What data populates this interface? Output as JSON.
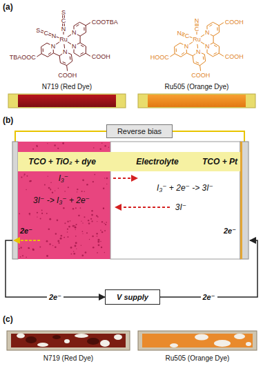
{
  "diagram": {
    "nodes": [
      {
        "text": [
          "Reverse bias"
        ]
      },
      {
        "text": [
          "TCO + TiO₂ + dye",
          "I₃⁻",
          "3I⁻ -> I₃⁻ + 2e⁻"
        ]
      },
      {
        "text": [
          "Electrolyte",
          "I₃⁻ + 2e⁻ -> 3I⁻",
          "3I⁻"
        ]
      },
      {
        "text": [
          "TCO + Pt"
        ]
      },
      {
        "text": [
          "V supply"
        ]
      }
    ],
    "edges": [
      {
        "from": 1,
        "to": 4,
        "arrow": "to",
        "label": "2e⁻"
      },
      {
        "from": 4,
        "to": 3,
        "arrow": "to",
        "label": "2e⁻"
      }
    ],
    "labels": [
      "(a)",
      "S",
      "C",
      "N",
      "S",
      "C",
      "N",
      "Ru",
      "N",
      "N",
      "N",
      "N",
      "COOTBA",
      "COOH",
      "COOH",
      "TBAOOC",
      "N",
      "C",
      "N",
      "C",
      "Ru",
      "N",
      "N",
      "N",
      "N",
      "COOH",
      "COOH",
      "COOH",
      "HOOC",
      "N719 (Red Dye)",
      "Ru505 (Orange Dye)",
      "(b)",
      "2e⁻",
      "2e⁻",
      "(c)",
      "N719 (Red Dye)",
      "Ru505 (Orange Dye)"
    ]
  }
}
